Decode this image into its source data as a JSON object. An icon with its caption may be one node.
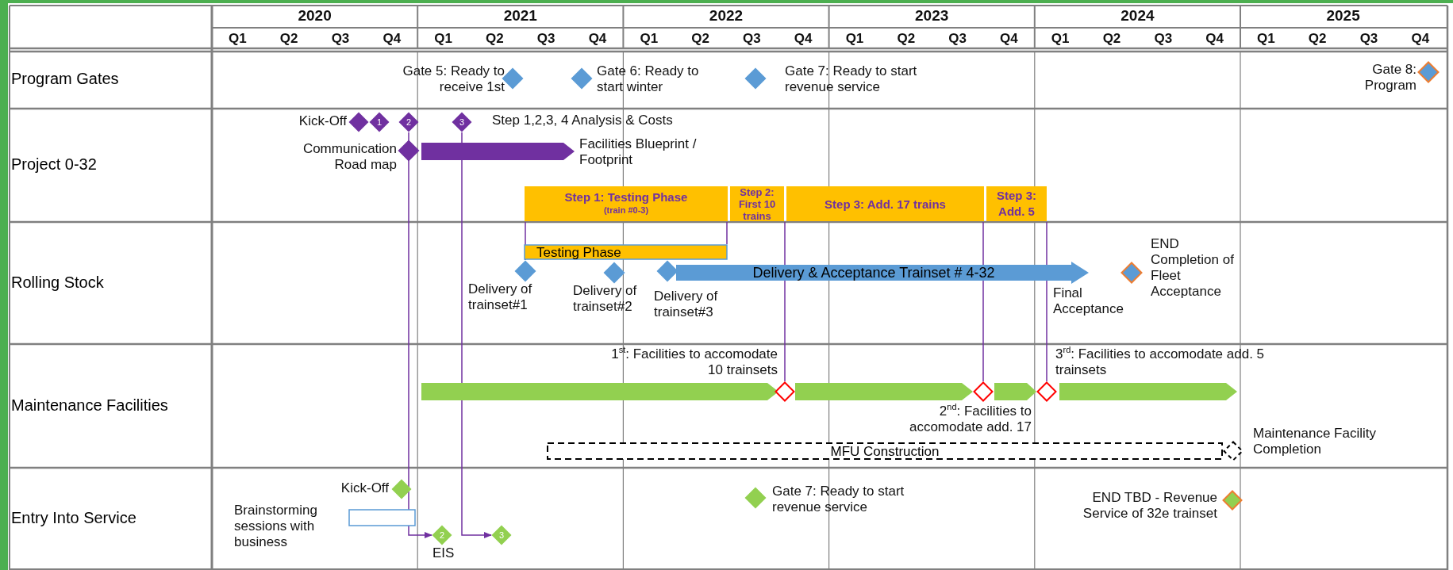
{
  "diagram": {
    "nodes": [
      {
        "text": [],
        "shape": "diamond",
        "beside": [
          "Gate 5: Ready to receive 1st"
        ]
      },
      {
        "text": [],
        "shape": "diamond",
        "beside": [
          "Gate 6: Ready to start winter"
        ]
      },
      {
        "text": [],
        "shape": "diamond",
        "beside": [
          "Gate 7: Ready to start revenue service"
        ]
      },
      {
        "text": [],
        "shape": "diamond",
        "beside": [
          "Gate 8: Program"
        ]
      },
      {
        "text": [],
        "shape": "diamond",
        "beside": [
          "Kick-Off"
        ]
      },
      {
        "text": [
          "1"
        ]
      },
      {
        "text": [
          "2"
        ]
      },
      {
        "text": [
          "3"
        ]
      },
      {
        "text": [],
        "shape": "diamond",
        "beside": [
          "Communication Road map"
        ]
      },
      {
        "text": [],
        "shape": "bar",
        "beside": [
          "Facilities Blueprint / Footprint"
        ]
      },
      {
        "text": [
          "Step 1: Testing Phase",
          "(train #0-3)"
        ]
      },
      {
        "text": [
          "Step 2: First 10 trains"
        ]
      },
      {
        "text": [
          "Step 3: Add. 17 trains"
        ]
      },
      {
        "text": [
          "Step 3: Add. 5"
        ]
      },
      {
        "text": [
          "Testing Phase"
        ]
      },
      {
        "text": [],
        "shape": "diamond",
        "beside": [
          "Delivery of trainset#1"
        ]
      },
      {
        "text": [],
        "shape": "diamond",
        "beside": [
          "Delivery of trainset#2"
        ]
      },
      {
        "text": [],
        "shape": "diamond",
        "beside": [
          "Delivery of trainset#3"
        ]
      },
      {
        "text": [
          "Delivery & Acceptance Trainset # 4-32"
        ],
        "beside": [
          "Final Acceptance"
        ]
      },
      {
        "text": [],
        "shape": "diamond",
        "beside": [
          "END Completion of Fleet Acceptance"
        ]
      },
      {
        "text": [],
        "shape": "bar"
      },
      {
        "text": [],
        "shape": "diamond",
        "beside": [
          "1$^{st}$: Facilities to accomodate 10 trainsets"
        ]
      },
      {
        "text": [],
        "shape": "bar"
      },
      {
        "text": [],
        "shape": "diamond",
        "beside": [
          "2$^{nd}$: Facilities to accomodate add. 17"
        ]
      },
      {
        "text": [],
        "shape": "bar"
      },
      {
        "text": [],
        "shape": "diamond",
        "beside": [
          "3$^{rd}$: Facilities to accomodate add. 5 trainsets"
        ]
      },
      {
        "text": [],
        "shape": "bar"
      },
      {
        "text": [
          "MFU Construction"
        ]
      },
      {
        "text": [],
        "shape": "diamond",
        "beside": [
          "Maintenance Facility Completion"
        ]
      },
      {
        "text": [],
        "shape": "diamond",
        "beside": [
          "Kick-Off"
        ]
      },
      {
        "text": [],
        "shape": "box",
        "beside": [
          "Brainstorming sessions with business"
        ]
      },
      {
        "text": [
          "2"
        ],
        "beside": [
          "EIS"
        ]
      },
      {
        "text": [
          "3"
        ]
      },
      {
        "text": [],
        "shape": "diamond",
        "beside": [
          "Gate 7: Ready to start revenue service"
        ]
      },
      {
        "text": [],
        "shape": "diamond",
        "beside": [
          "END TBD - Revenue Service of 32e trainset"
        ]
      }
    ],
    "edges": [
      {
        "from": 6,
        "to": 31,
        "arrow": "to"
      },
      {
        "from": 7,
        "to": 32,
        "arrow": "to"
      },
      {
        "from": 10,
        "to": 15,
        "arrow": "none"
      },
      {
        "from": 11,
        "to": 14,
        "arrow": "none"
      },
      {
        "from": 11,
        "to": 21,
        "arrow": "none"
      },
      {
        "from": 12,
        "to": 23,
        "arrow": "none"
      },
      {
        "from": 13,
        "to": 25,
        "arrow": "none"
      }
    ],
    "labels": [
      "2020",
      "2021",
      "2022",
      "2023",
      "2024",
      "2025",
      "Q1",
      "Q2",
      "Q3",
      "Q4",
      "Q1",
      "Q2",
      "Q3",
      "Q4",
      "Q1",
      "Q2",
      "Q3",
      "Q4",
      "Q1",
      "Q2",
      "Q3",
      "Q4",
      "Q1",
      "Q2",
      "Q3",
      "Q4",
      "Q1",
      "Q2",
      "Q3",
      "Q4",
      "Program Gates",
      "Project 0-32",
      "Step 1,2,3, 4 Analysis & Costs",
      "Rolling Stock",
      "Maintenance Facilities",
      "Entry Into Service"
    ]
  }
}
